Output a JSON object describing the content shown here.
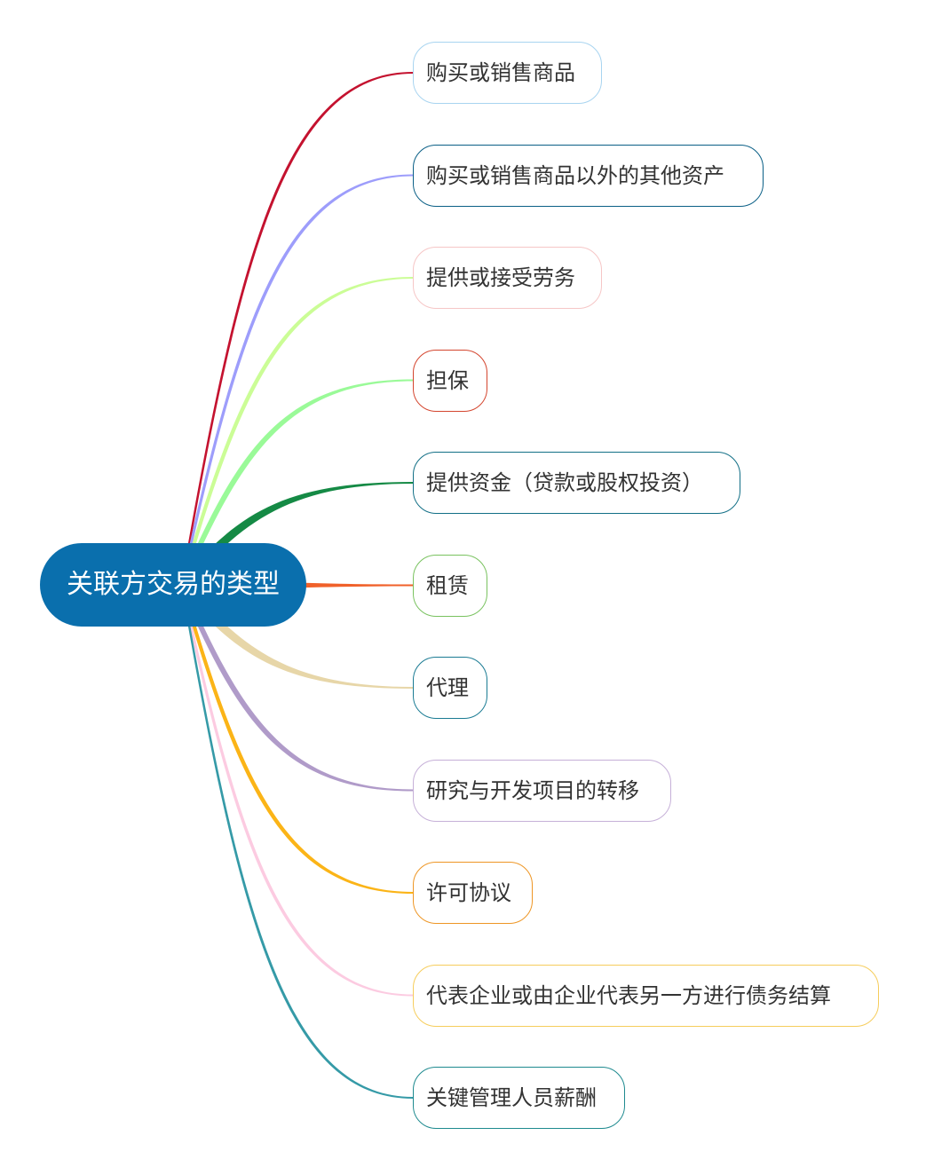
{
  "root": {
    "label": "关联方交易的类型",
    "color": "#0a6fad"
  },
  "children": [
    {
      "label": "购买或销售商品",
      "branch_color": "#c4122f",
      "border_color": "#a8d4f0"
    },
    {
      "label": "购买或销售商品以外的其他资产",
      "branch_color": "#9d9dfb",
      "border_color": "#0a5f86"
    },
    {
      "label": "提供或接受劳务",
      "branch_color": "#cbfd96",
      "border_color": "#f6c6c6"
    },
    {
      "label": "担保",
      "branch_color": "#9afa98",
      "border_color": "#d4452e"
    },
    {
      "label": "提供资金（贷款或股权投资）",
      "branch_color": "#158a45",
      "border_color": "#126f86"
    },
    {
      "label": "租赁",
      "branch_color": "#f0612a",
      "border_color": "#79c25f"
    },
    {
      "label": "代理",
      "branch_color": "#e7d6a8",
      "border_color": "#1a7b93"
    },
    {
      "label": "研究与开发项目的转移",
      "branch_color": "#b09bc9",
      "border_color": "#c6b0d8"
    },
    {
      "label": "许可协议",
      "branch_color": "#fbb417",
      "border_color": "#ee9625"
    },
    {
      "label": "代表企业或由企业代表另一方进行债务结算",
      "branch_color": "#fccbe1",
      "border_color": "#f6cd5c"
    },
    {
      "label": "关键管理人员薪酬",
      "branch_color": "#359aa7",
      "border_color": "#1e8a8f"
    }
  ]
}
